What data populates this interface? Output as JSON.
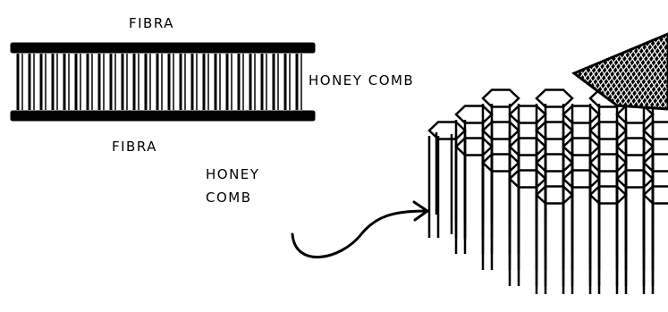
{
  "labels": {
    "fibra_top": "FIBRA",
    "honeycomb_side": "HONEY COMB",
    "fibra_bottom": "FIBRA",
    "honeycomb_pointer_line1": "HONEY",
    "honeycomb_pointer_line2": "COMB"
  },
  "icons": {
    "sandwich_panel": "sandwich-panel-cross-section-icon",
    "honeycomb_core": "honeycomb-core-3d-icon",
    "fiber_sheet": "fiber-mesh-sheet-icon",
    "pointer": "curved-arrow-icon"
  },
  "colors": {
    "ink": "#000000",
    "background": "#ffffff"
  }
}
